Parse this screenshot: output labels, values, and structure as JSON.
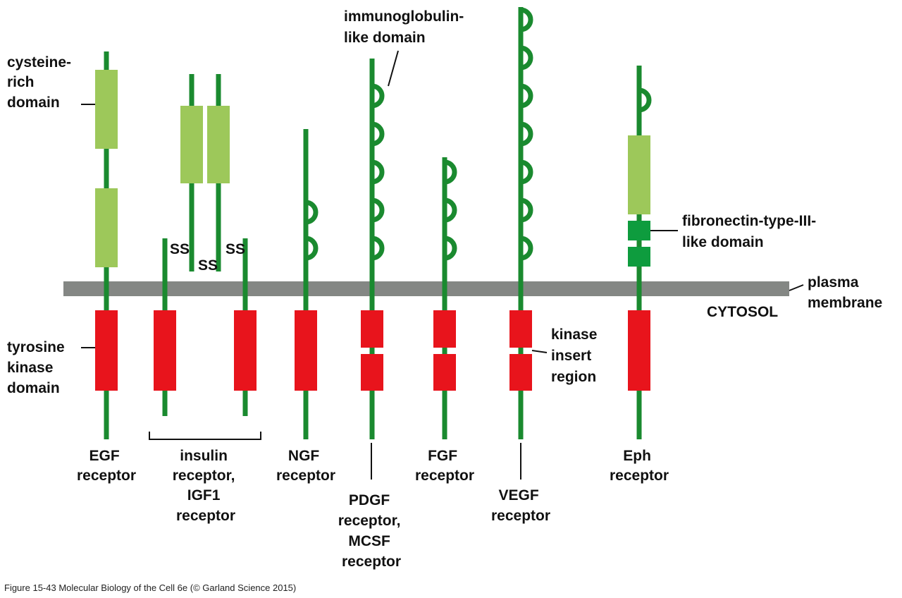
{
  "labels": {
    "cysteine_rich": [
      "cysteine-",
      "rich",
      "domain"
    ],
    "immunoglobulin": [
      "immunoglobulin-",
      "like domain"
    ],
    "fibronectin": [
      "fibronectin-type-III-",
      "like domain"
    ],
    "plasma_membrane": [
      "plasma",
      "membrane"
    ],
    "cytosol": "CYTOSOL",
    "tyrosine_kinase": [
      "tyrosine",
      "kinase",
      "domain"
    ],
    "kinase_insert": [
      "kinase",
      "insert",
      "region"
    ],
    "disulfide": "SS"
  },
  "receptors": {
    "egf": [
      "EGF",
      "receptor"
    ],
    "insulin": [
      "insulin",
      "receptor,",
      "IGF1",
      "receptor"
    ],
    "ngf": [
      "NGF",
      "receptor"
    ],
    "pdgf": [
      "PDGF",
      "receptor,",
      "MCSF",
      "receptor"
    ],
    "fgf": [
      "FGF",
      "receptor"
    ],
    "vegf": [
      "VEGF",
      "receptor"
    ],
    "eph": [
      "Eph",
      "receptor"
    ]
  },
  "caption": "Figure 15-43  Molecular Biology of the Cell 6e (© Garland Science 2015)",
  "colors": {
    "stem": "#1a8a2f",
    "cysteine_rich_domain": "#9dc85a",
    "kinase_domain": "#e8141c",
    "fibronectin_domain": "#0e9c3e",
    "membrane": "#848784"
  }
}
